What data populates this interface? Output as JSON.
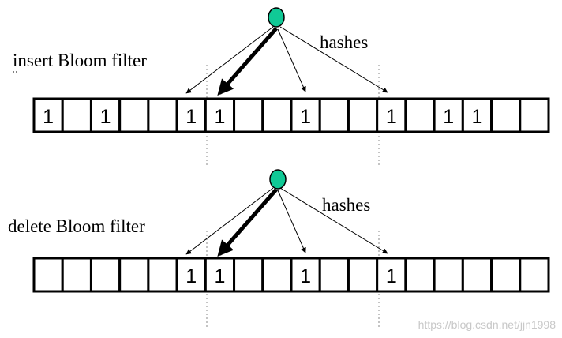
{
  "insert": {
    "label": "insert Bloom filter",
    "hashes_label": "hashes",
    "cells": [
      "1",
      "",
      "1",
      "",
      "",
      "1",
      "1",
      "",
      "",
      "1",
      "",
      "",
      "1",
      "",
      "1",
      "1",
      "",
      ""
    ]
  },
  "delete": {
    "label": "delete Bloom filter",
    "hashes_label": "hashes",
    "cells": [
      "",
      "",
      "",
      "",
      "",
      "1",
      "1",
      "",
      "",
      "1",
      "",
      "",
      "1",
      "",
      "",
      "",
      "",
      ""
    ]
  },
  "watermark": "https://blog.csdn.net/jjn1998",
  "colors": {
    "node": "#10c996",
    "stroke": "#000000",
    "dotted": "#888888",
    "watermark": "#c8c8c8"
  }
}
